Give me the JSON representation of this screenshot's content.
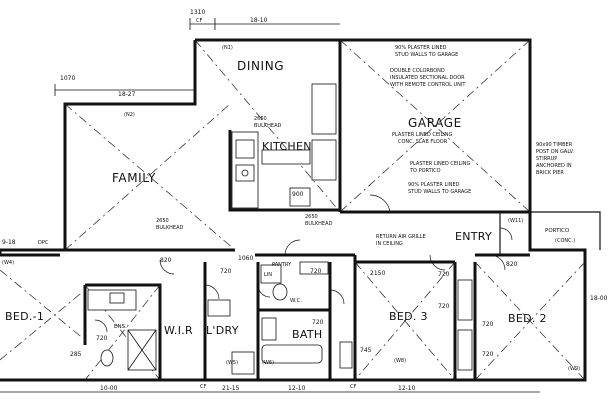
{
  "rooms": {
    "dining": "DINING",
    "garage": "GARAGE",
    "kitchen": "KITCHEN",
    "family": "FAMILY",
    "bed1": "BED.-1",
    "ens": "ENS.",
    "wir": "W.I.R",
    "ldry": "L'DRY",
    "wc": "W.C.",
    "bath": "BATH",
    "bed3": "BED. 3",
    "bed2": "BED. 2",
    "entry": "ENTRY",
    "portico": "PORTICO",
    "pantry": "PANTRY",
    "lin": "LIN"
  },
  "room_codes": {
    "n1": "(N1)",
    "n2": "(N2)",
    "w8": "(W8)",
    "w9": "(W9)",
    "w4": "(W4)",
    "w5": "(W5)",
    "w6": "(W6)",
    "w11": "(W11)"
  },
  "notes": {
    "garage_1": "90% PLASTER LINED",
    "garage_2": "STUD WALLS TO GARAGE",
    "garage_3": "DOUBLE COLORBOND",
    "garage_4": "INSULATED SECTIONAL DOOR",
    "garage_5": "WITH REMOTE CONTROL UNIT",
    "garage_6": "PLASTER LINED CEILING",
    "garage_7": "CONC. SLAB FLOOR",
    "garage_8": "PLASTER LINED CEILING",
    "garage_9": "TO PORTICO",
    "garage_10": "90% PLASTER LINED",
    "garage_11": "STUD WALLS TO GARAGE",
    "timber_1": "90x90 TIMBER",
    "timber_2": "POST ON GALV.",
    "timber_3": "STIRRUP",
    "timber_4": "ANCHORED IN",
    "timber_5": "BRICK PIER",
    "bulkhead_1": "2650",
    "bulkhead_2": "BULKHEAD",
    "bulkhead_3": "2650",
    "bulkhead_4": "BULKHEAD",
    "bulkhead_5": "2650",
    "bulkhead_6": "BULKHEAD",
    "return_1": "RETURN AIR GRILLE",
    "return_2": "IN CEILING",
    "portico_sub": "(CONC.)",
    "dpc": "DPC"
  },
  "dimensions": {
    "top_1310": "1310",
    "top_cf": "CF",
    "top_1810": "18-10",
    "left_1070": "1070",
    "left_1827": "18-27",
    "left_918": "9-18",
    "d_2650": "2650",
    "d_900": "900",
    "d_720a": "720",
    "d_720b": "720",
    "d_720c": "720",
    "d_720d": "720",
    "d_720e": "720",
    "d_720f": "720",
    "d_720g": "720",
    "d_720h": "720",
    "d_745": "745",
    "d_285": "285",
    "d_1060": "1060",
    "d_820": "820",
    "d_820b": "820",
    "d_2150": "2150",
    "d_1212": "21-15",
    "d_1210": "12-10",
    "d_1210b": "12-10",
    "d_1000": "10-00",
    "d_1800": "18-00",
    "d_cf1": "CF",
    "d_cf2": "CF"
  }
}
